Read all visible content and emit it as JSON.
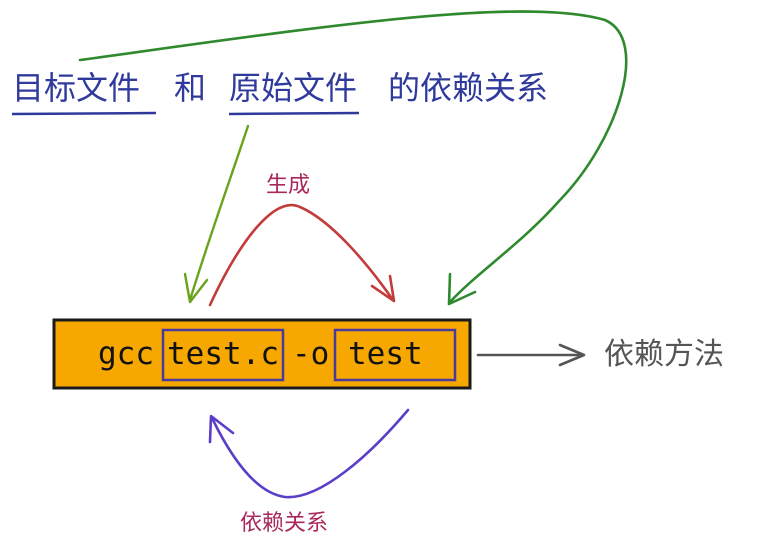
{
  "heading": {
    "target_files": "目标文件",
    "conj": "和",
    "source_files": "原始文件",
    "suffix": "的依赖关系"
  },
  "command": {
    "prefix": "gcc",
    "source": "test.c",
    "flag": "-o",
    "target": "test"
  },
  "labels": {
    "generate": "生成",
    "dependency": "依赖关系",
    "method": "依赖方法"
  },
  "colors": {
    "heading_text": "#2f3a9c",
    "command_bg": "#f7a800",
    "box_border": "#4a3a9e",
    "generate_arrow": "#c43b3b",
    "dependency_arrow": "#5a3ec8",
    "long_arrow": "#2f8a2f",
    "short_arrow": "#6aa21c",
    "label_text": "#a8285a"
  }
}
